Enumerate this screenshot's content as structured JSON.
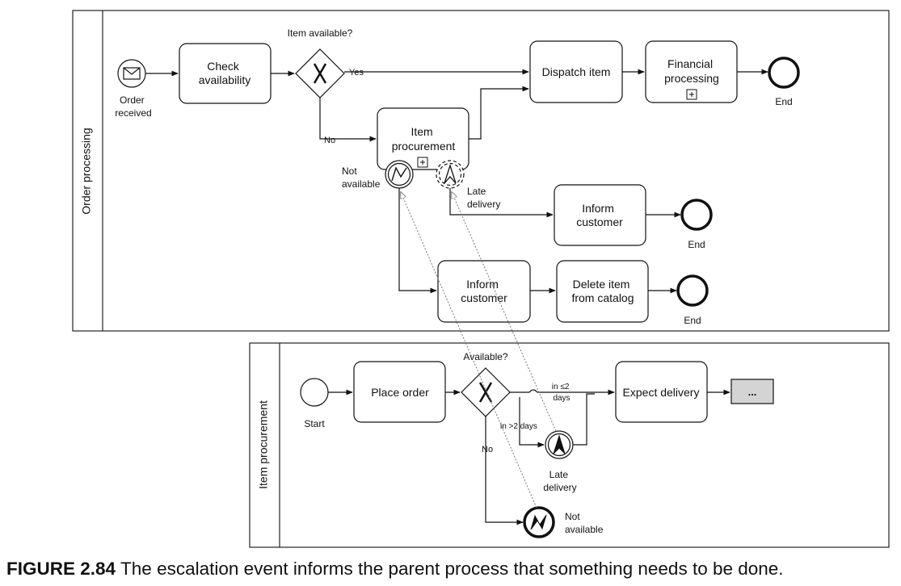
{
  "pools": {
    "order_processing": "Order processing",
    "item_procurement": "Item procurement"
  },
  "top": {
    "start_event": [
      "Order",
      "received"
    ],
    "check_availability": [
      "Check",
      "availability"
    ],
    "gateway_question": "Item available?",
    "gateway_yes": "Yes",
    "gateway_no": "No",
    "dispatch_item": [
      "Dispatch item"
    ],
    "financial_processing": [
      "Financial",
      "processing"
    ],
    "end_1": "End",
    "item_procurement": [
      "Item",
      "procurement"
    ],
    "not_available_boundary": [
      "Not",
      "available"
    ],
    "late_delivery_boundary": [
      "Late",
      "delivery"
    ],
    "inform_customer_1": [
      "Inform",
      "customer"
    ],
    "end_2": "End",
    "inform_customer_2": [
      "Inform",
      "customer"
    ],
    "delete_item": [
      "Delete item",
      "from catalog"
    ],
    "end_3": "End"
  },
  "bottom": {
    "start_event": "Start",
    "place_order": [
      "Place order"
    ],
    "gateway_question": "Available?",
    "flow_le2": [
      "in ≤2",
      "days"
    ],
    "flow_gt2": "in >2 days",
    "flow_no": "No",
    "expect_delivery": [
      "Expect delivery"
    ],
    "more": "...",
    "late_delivery_event": [
      "Late",
      "delivery"
    ],
    "not_available_event": [
      "Not",
      "available"
    ]
  },
  "caption": {
    "figure": "FIGURE 2.84",
    "text": "The escalation event informs the parent process that something needs to be done."
  }
}
